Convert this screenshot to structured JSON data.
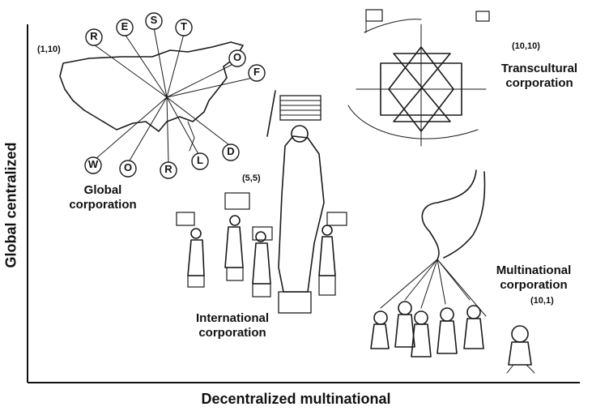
{
  "axes": {
    "x_label": "Decentralized multinational",
    "y_label": "Global centralized"
  },
  "quadrants": {
    "global": {
      "label_line1": "Global",
      "label_line2": "corporation",
      "coord": "(1,10)"
    },
    "transcultural": {
      "label_line1": "Transcultural",
      "label_line2": "corporation",
      "coord": "(10,10)"
    },
    "international": {
      "label_line1": "International",
      "label_line2": "corporation",
      "coord": "(5,5)"
    },
    "multinational": {
      "label_line1": "Multinational",
      "label_line2": "corporation",
      "coord": "(10,1)"
    }
  },
  "map_letters": {
    "top": [
      "R",
      "E",
      "S",
      "T",
      "O",
      "F"
    ],
    "bottom": [
      "W",
      "O",
      "R",
      "L",
      "D"
    ]
  },
  "icons": [
    "usa-map-illustration",
    "statue-of-liberty-illustration",
    "puppeteer-hand-illustration",
    "star-lattice-illustration"
  ]
}
